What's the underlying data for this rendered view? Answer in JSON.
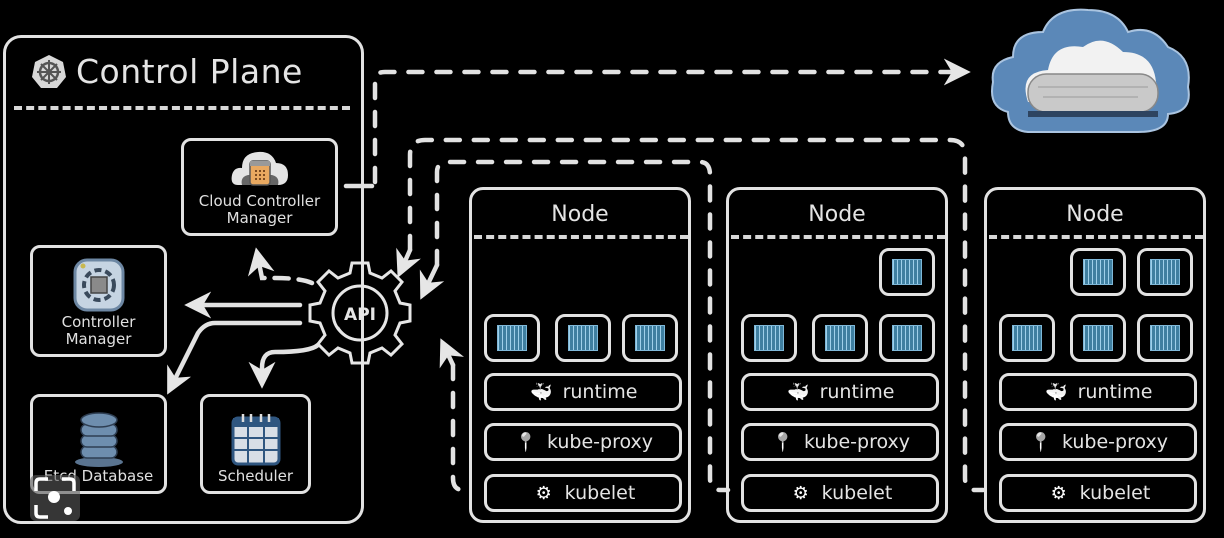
{
  "control_plane": {
    "title": "Control Plane",
    "icon": "kubernetes-helm-icon",
    "api_label": "API",
    "components": [
      {
        "id": "cloud-controller-manager",
        "label_lines": [
          "Cloud Controller",
          "Manager"
        ],
        "icon": "cloud-calculator-icon"
      },
      {
        "id": "controller-manager",
        "label_lines": [
          "Controller",
          "Manager"
        ],
        "icon": "controller-chip-icon"
      },
      {
        "id": "etcd-database",
        "label_lines": [
          "Etcd Database"
        ],
        "icon": "database-stack-icon"
      },
      {
        "id": "scheduler",
        "label_lines": [
          "Scheduler"
        ],
        "icon": "calendar-icon"
      }
    ]
  },
  "cloud": {
    "icon": "cloud-icon",
    "colors": {
      "outer": "#5b88b8",
      "inner": "#c9c9c9"
    }
  },
  "nodes": [
    {
      "title": "Node",
      "pods_top_row": 0,
      "pods_bottom_row": 3,
      "services": [
        {
          "label": "runtime",
          "icon": "docker-whale-icon"
        },
        {
          "label": "kube-proxy",
          "icon": "ip-pin-icon"
        },
        {
          "label": "kubelet",
          "icon": "gears-hand-icon"
        }
      ]
    },
    {
      "title": "Node",
      "pods_top_row": 1,
      "pods_bottom_row": 3,
      "services": [
        {
          "label": "runtime",
          "icon": "docker-whale-icon"
        },
        {
          "label": "kube-proxy",
          "icon": "ip-pin-icon"
        },
        {
          "label": "kubelet",
          "icon": "gears-hand-icon"
        }
      ]
    },
    {
      "title": "Node",
      "pods_top_row": 2,
      "pods_bottom_row": 3,
      "services": [
        {
          "label": "runtime",
          "icon": "docker-whale-icon"
        },
        {
          "label": "kube-proxy",
          "icon": "ip-pin-icon"
        },
        {
          "label": "kubelet",
          "icon": "gears-hand-icon"
        }
      ]
    }
  ],
  "colors": {
    "background": "#000000",
    "stroke": "#e2e2e2",
    "pod": "#3f7fa0"
  }
}
